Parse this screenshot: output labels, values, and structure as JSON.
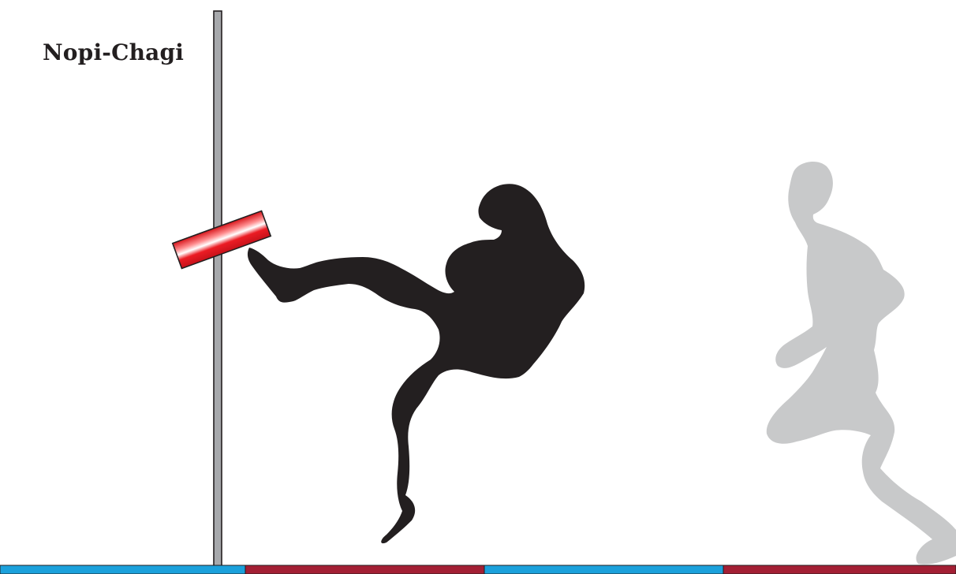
{
  "title": "Nopi-Chagi",
  "colors": {
    "kicker_silhouette": "#231f20",
    "runner_silhouette": "#c8c9ca",
    "pole_fill": "#a7a9ac",
    "pole_outline": "#231f20",
    "target_pad_gradient": [
      "#d7141a",
      "#ff8f91",
      "#ffffff",
      "#ec1c24",
      "#c6121a"
    ],
    "mat_blue": "#1ba1dc",
    "mat_red": "#a31f34"
  },
  "mat_segments": [
    "blue",
    "red",
    "blue",
    "red"
  ]
}
